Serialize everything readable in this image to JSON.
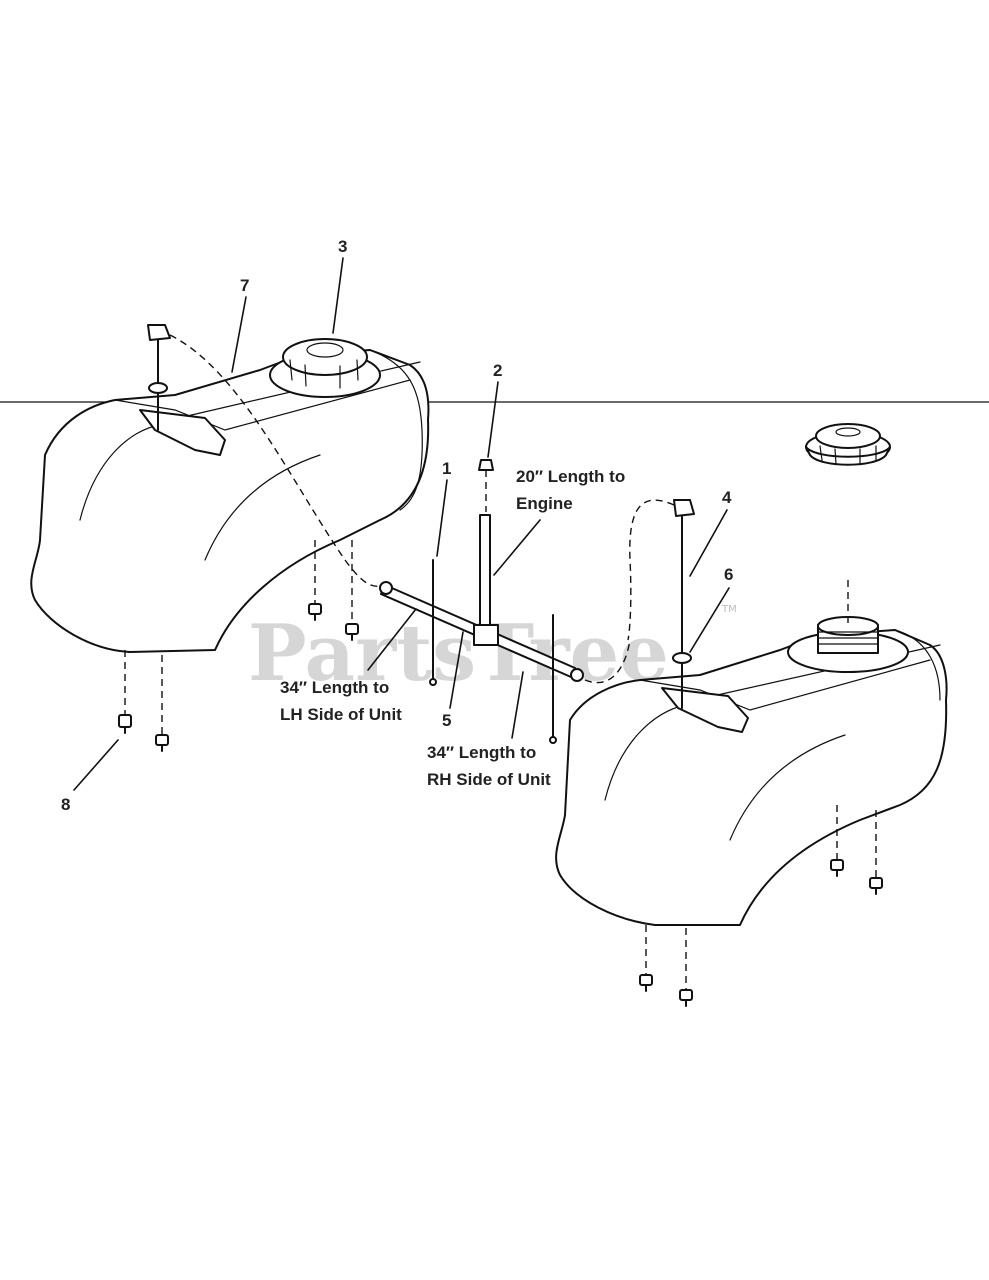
{
  "callouts": {
    "c1": "1",
    "c2": "2",
    "c3": "3",
    "c4": "4",
    "c5": "5",
    "c6": "6",
    "c7": "7",
    "c8": "8"
  },
  "notes": {
    "engine_line1": "20″ Length to",
    "engine_line2": "Engine",
    "lh_line1": "34″ Length to",
    "lh_line2": "LH Side of Unit",
    "rh_line1": "34″ Length to",
    "rh_line2": "RH Side of Unit"
  },
  "watermark": {
    "text": "PartsTree",
    "tm": "TM"
  }
}
